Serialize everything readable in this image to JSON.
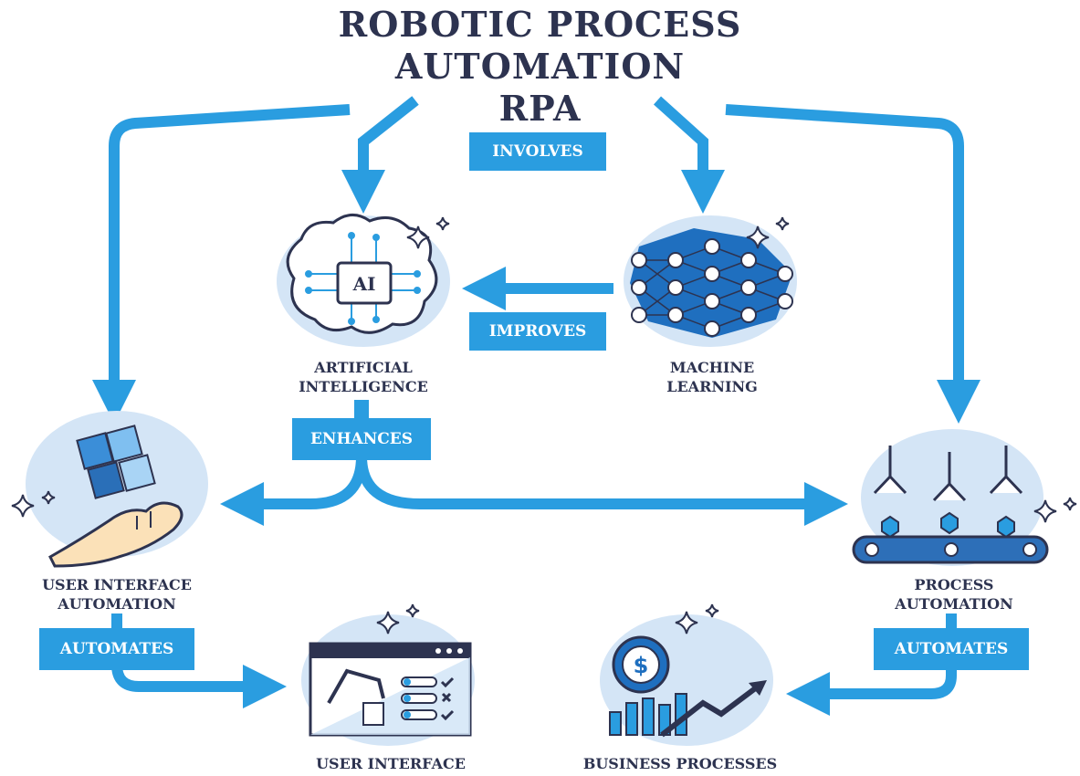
{
  "title": {
    "line1": "ROBOTIC PROCESS",
    "line2": "AUTOMATION",
    "line3": "RPA"
  },
  "relations": {
    "involves": "INVOLVES",
    "improves": "IMPROVES",
    "enhances": "ENHANCES",
    "automates_left": "AUTOMATES",
    "automates_right": "AUTOMATES"
  },
  "nodes": {
    "ai": {
      "line1": "ARTIFICIAL",
      "line2": "INTELLIGENCE",
      "chip_text": "AI"
    },
    "ml": {
      "line1": "MACHINE",
      "line2": "LEARNING"
    },
    "uia": {
      "line1": "USER INTERFACE",
      "line2": "AUTOMATION"
    },
    "pa": {
      "line1": "PROCESS",
      "line2": "AUTOMATION"
    },
    "ui": {
      "line1": "USER INTERFACE"
    },
    "bp": {
      "line1": "BUSINESS PROCESSES",
      "currency_symbol": "$"
    }
  },
  "colors": {
    "arrow": "#2a9de0",
    "navy": "#2d3350",
    "bubble": "#d4e5f6",
    "accent_blue": "#1f6fbf"
  }
}
